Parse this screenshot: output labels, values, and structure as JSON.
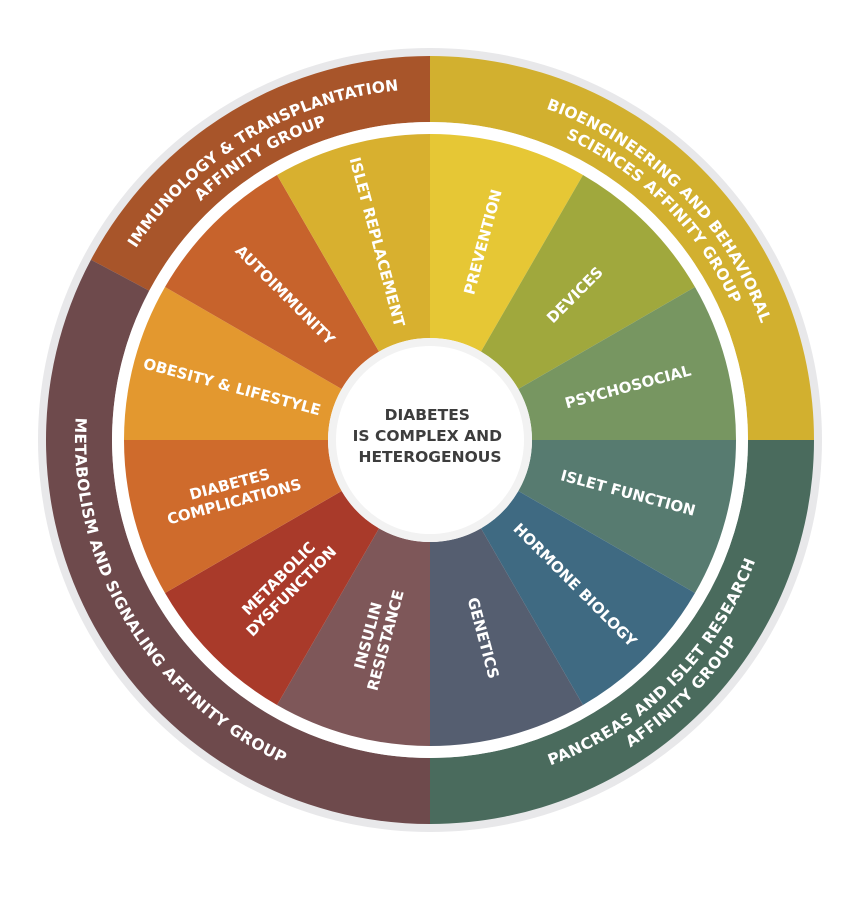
{
  "center": {
    "lines": [
      "DIABETES",
      "IS COMPLEX AND",
      "HETEROGENOUS"
    ]
  },
  "groups": [
    {
      "id": "immunology",
      "lines": [
        "IMMUNOLOGY & TRANSPLANTATION",
        "AFFINITY GROUP"
      ],
      "color": "#a8552a"
    },
    {
      "id": "bioengineering",
      "lines": [
        "BIOENGINEERING AND BEHAVIORAL",
        "SCIENCES AFFINITY GROUP"
      ],
      "color": "#d2b02f"
    },
    {
      "id": "pancreas",
      "lines": [
        "PANCREAS AND ISLET RESEARCH",
        "AFFINITY GROUP"
      ],
      "color": "#4a6b5d"
    },
    {
      "id": "metabolism",
      "lines": [
        "METABOLISM AND SIGNALING AFFINITY GROUP"
      ],
      "color": "#6e4a4c"
    }
  ],
  "segments": [
    {
      "id": "prevention",
      "lines": [
        "PREVENTION"
      ],
      "color": "#e6c735"
    },
    {
      "id": "devices",
      "lines": [
        "DEVICES"
      ],
      "color": "#a0a83d"
    },
    {
      "id": "psychosocial",
      "lines": [
        "PSYCHOSOCIAL"
      ],
      "color": "#779661"
    },
    {
      "id": "islet-function",
      "lines": [
        "ISLET FUNCTION"
      ],
      "color": "#577b70"
    },
    {
      "id": "hormone-biology",
      "lines": [
        "HORMONE BIOLOGY"
      ],
      "color": "#3f6a82"
    },
    {
      "id": "genetics",
      "lines": [
        "GENETICS"
      ],
      "color": "#555e70"
    },
    {
      "id": "insulin-resistance",
      "lines": [
        "INSULIN",
        "RESISTANCE"
      ],
      "color": "#7e5759"
    },
    {
      "id": "metabolic-dysfunction",
      "lines": [
        "METABOLIC",
        "DYSFUNCTION"
      ],
      "color": "#a93a2a"
    },
    {
      "id": "diabetes-complications",
      "lines": [
        "DIABETES",
        "COMPLICATIONS"
      ],
      "color": "#cf6b2c"
    },
    {
      "id": "obesity-lifestyle",
      "lines": [
        "OBESITY & LIFESTYLE"
      ],
      "color": "#e3982f"
    },
    {
      "id": "autoimmunity",
      "lines": [
        "AUTOIMMUNITY"
      ],
      "color": "#c7632c"
    },
    {
      "id": "islet-replacement",
      "lines": [
        "ISLET REPLACEMENT"
      ],
      "color": "#d8b02f"
    }
  ],
  "colors": {
    "outer_rim": "#e8e8ea",
    "divider": "#ffffff",
    "center_fill": "#ffffff",
    "center_text": "#3d3d3d"
  }
}
